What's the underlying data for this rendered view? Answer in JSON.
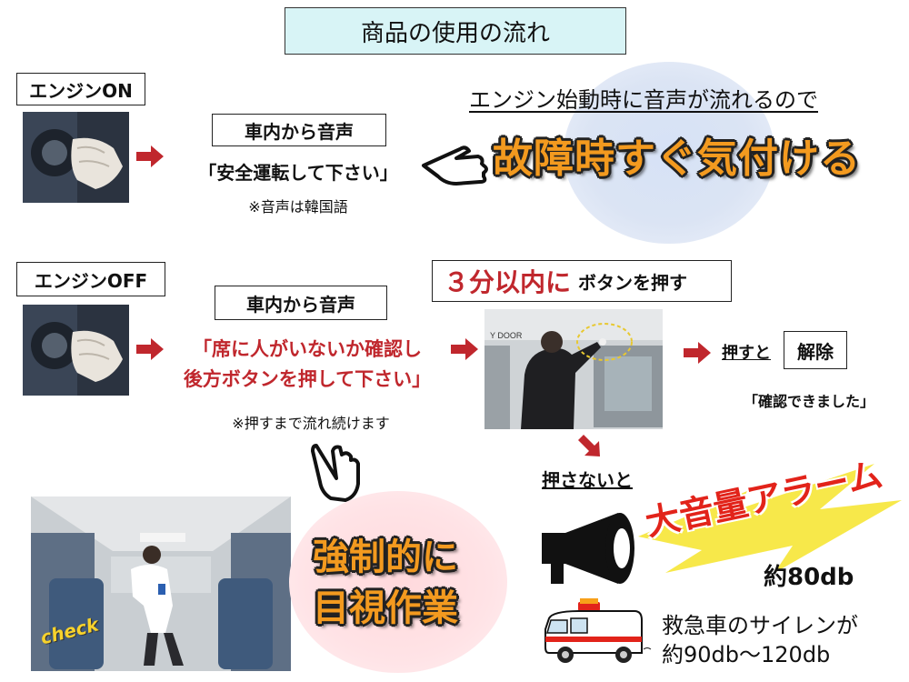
{
  "title": "商品の使用の流れ",
  "engine_on": {
    "label": "エンジンON",
    "voice_label": "車内から音声",
    "message": "「安全運転して下さい」",
    "note": "※音声は韓国語",
    "headline": "エンジン始動時に音声が流れるので",
    "benefit": "故障時すぐ気付ける"
  },
  "engine_off": {
    "label": "エンジンOFF",
    "voice_label": "車内から音声",
    "message_line1": "「席に人がいないか確認し",
    "message_line2": "後方ボタンを押して下さい」",
    "note": "※押すまで流れ続けます",
    "press_red": "３分以内に",
    "press_black": "ボタンを押す",
    "if_pressed": "押すと",
    "release": "解除",
    "confirmed": "「確認できました」",
    "if_not_pressed": "押さないと",
    "alarm": "大音量アラーム",
    "alarm_db": "約80db",
    "ambulance_line1": "救急車のサイレンが",
    "ambulance_line2": "約90db～120db",
    "forced_line1": "強制的に",
    "forced_line2": "目視作業",
    "check": "check"
  },
  "colors": {
    "accent_red": "#c0272d",
    "orange": "#f39a1f",
    "title_bg": "#d8f4f6",
    "yellow": "#f7e84a"
  }
}
